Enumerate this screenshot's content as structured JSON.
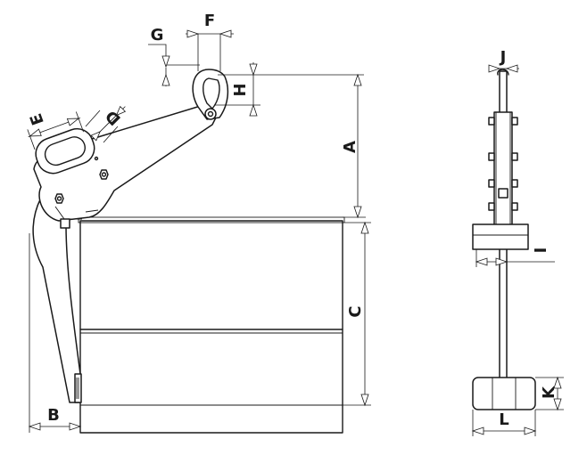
{
  "dimension_labels": {
    "a": "A",
    "b": "B",
    "c": "C",
    "d": "D",
    "e": "E",
    "f": "F",
    "g": "G",
    "h": "H",
    "i": "I",
    "j": "J",
    "k": "K",
    "l": "L"
  }
}
